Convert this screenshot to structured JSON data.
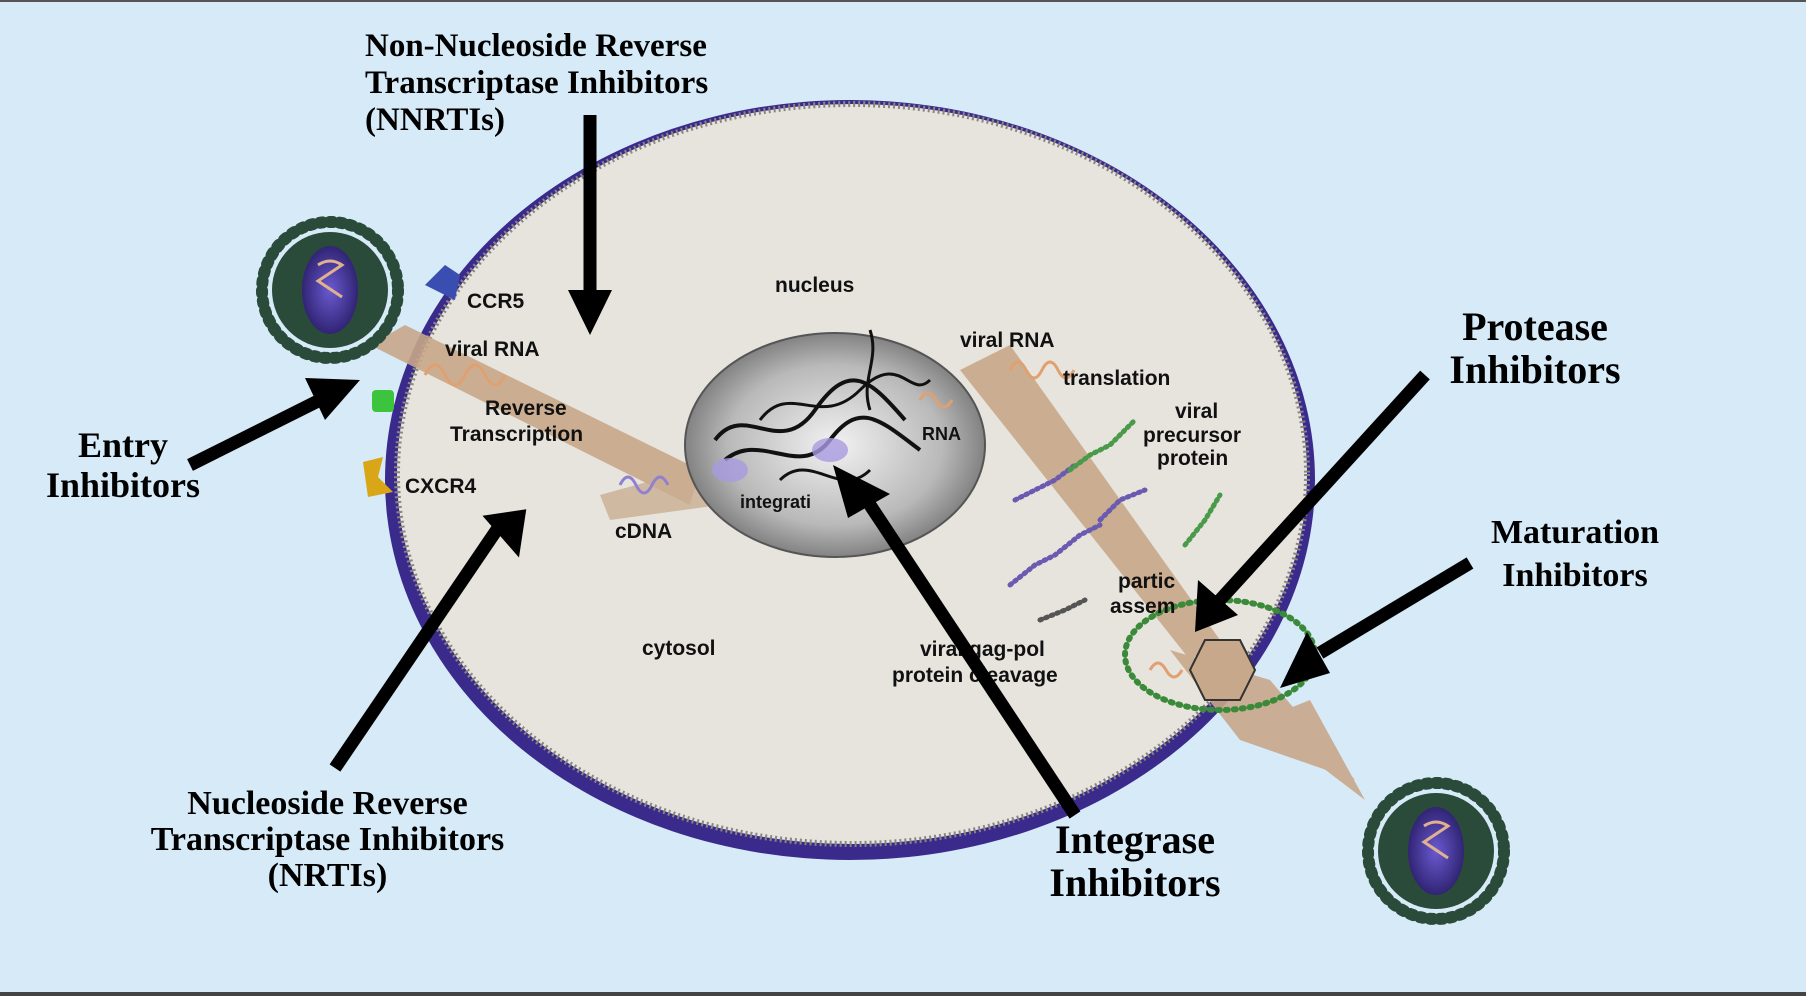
{
  "drug_labels": {
    "nnrti": {
      "line1": "Non-Nucleoside Reverse",
      "line2": "Transcriptase Inhibitors",
      "line3": "(NNRTIs)"
    },
    "entry": {
      "line1": "Entry",
      "line2": "Inhibitors"
    },
    "nrti": {
      "line1": "Nucleoside Reverse",
      "line2": "Transcriptase Inhibitors",
      "line3": "(NRTIs)"
    },
    "integrase": {
      "line1": "Integrase",
      "line2": "Inhibitors"
    },
    "protease": {
      "line1": "Protease",
      "line2": "Inhibitors"
    },
    "maturation": {
      "line1": "Maturation",
      "line2": "Inhibitors"
    }
  },
  "cell_labels": {
    "ccr5": "CCR5",
    "viral_rna_left": "viral RNA",
    "reverse": "Reverse",
    "transcription": "Transcription",
    "cxcr4": "CXCR4",
    "cdna": "cDNA",
    "nucleus": "nucleus",
    "rna": "RNA",
    "integration": "integrati",
    "cytosol": "cytosol",
    "viral_rna_right": "viral RNA",
    "translation": "translation",
    "viral": "viral",
    "precursor": "precursor",
    "protein": "protein",
    "particle": "partic",
    "assembly": "assem",
    "gag_pol": "viral gag-pol",
    "cleavage": "protein cleavage"
  },
  "colors": {
    "background": "#d6eaf7",
    "cell_fill": "#dcd9d2",
    "membrane": "#3a2a8c",
    "arrow_path": "#c8a88a",
    "virus_shell": "#2a4a3a",
    "virus_core": "#3b2f8a"
  }
}
